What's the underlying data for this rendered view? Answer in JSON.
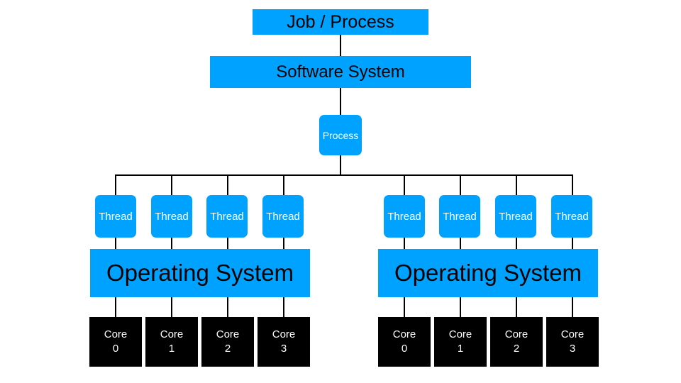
{
  "job_box": {
    "label": "Job / Process"
  },
  "software_system_box": {
    "label": "Software System"
  },
  "process_box": {
    "label": "Process"
  },
  "groups": [
    {
      "threads": [
        "Thread",
        "Thread",
        "Thread",
        "Thread"
      ],
      "os_label": "Operating System",
      "cores": [
        "Core\n0",
        "Core\n1",
        "Core\n2",
        "Core\n3"
      ]
    },
    {
      "threads": [
        "Thread",
        "Thread",
        "Thread",
        "Thread"
      ],
      "os_label": "Operating System",
      "cores": [
        "Core\n0",
        "Core\n1",
        "Core\n2",
        "Core\n3"
      ]
    }
  ],
  "colors": {
    "box_fill": "#00a2ff",
    "core_fill": "#000000",
    "connector": "#000000"
  }
}
